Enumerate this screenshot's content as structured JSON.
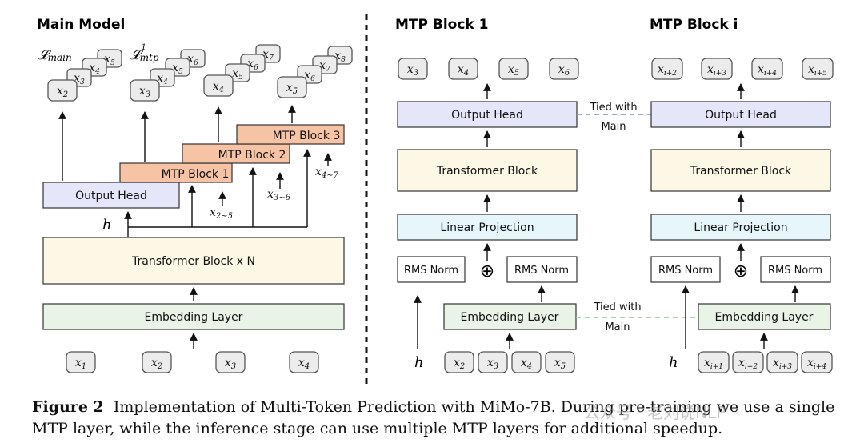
{
  "titles": {
    "main": "Main Model",
    "mtp1": "MTP Block 1",
    "mtpi": "MTP Block i"
  },
  "labels": {
    "output_head": "Output Head",
    "transformer_n": "Transformer Block x N",
    "embedding": "Embedding Layer",
    "mtp_block_1": "MTP Block 1",
    "mtp_block_2": "MTP Block 2",
    "mtp_block_3": "MTP Block 3",
    "transformer_block": "Transformer Block",
    "linear_projection": "Linear Projection",
    "rms_norm": "RMS Norm",
    "oplus": "⊕",
    "tied_with": "Tied with",
    "main": "Main",
    "h": "h",
    "loss_main": "𝓛main",
    "loss_mtp": "𝓛mtp"
  },
  "tokens": {
    "main_inputs": [
      "x1",
      "x2",
      "x3",
      "x4"
    ],
    "main_stack_1": [
      "x2",
      "x3",
      "x4",
      "x5"
    ],
    "main_stack_2": [
      "x3",
      "x4",
      "x5",
      "x6"
    ],
    "main_stack_3": [
      "x4",
      "x5",
      "x6",
      "x7"
    ],
    "main_stack_4": [
      "x5",
      "x6",
      "x7",
      "x8"
    ],
    "mtp_inputs_side": [
      "x2~5",
      "x3~6",
      "x4~7"
    ],
    "mtp1_outputs": [
      "x3",
      "x4",
      "x5",
      "x6"
    ],
    "mtp1_inputs": [
      "x2",
      "x3",
      "x4",
      "x5"
    ],
    "mtpi_outputs": [
      "xi+2",
      "xi+3",
      "xi+4",
      "xi+5"
    ],
    "mtpi_inputs": [
      "xi+1",
      "xi+2",
      "xi+3",
      "xi+4"
    ]
  },
  "colors": {
    "output_head": "#e6e6fb",
    "transformer": "#fdf8e6",
    "embedding": "#e9f3e6",
    "mtp_block": "#f6c3a5",
    "linear_projection": "#e6f6fb",
    "rms_norm": "#ffffff",
    "tied_head_line": "#9aa6d8",
    "tied_emb_line": "#9fd6a6"
  },
  "caption": {
    "label": "Figure 2",
    "text": "Implementation of Multi-Token Prediction with MiMo-7B. During pre-training we use a single MTP layer, while the inference stage can use multiple MTP layers for additional speedup."
  },
  "watermark": "公众号 · 老刘说NLP"
}
